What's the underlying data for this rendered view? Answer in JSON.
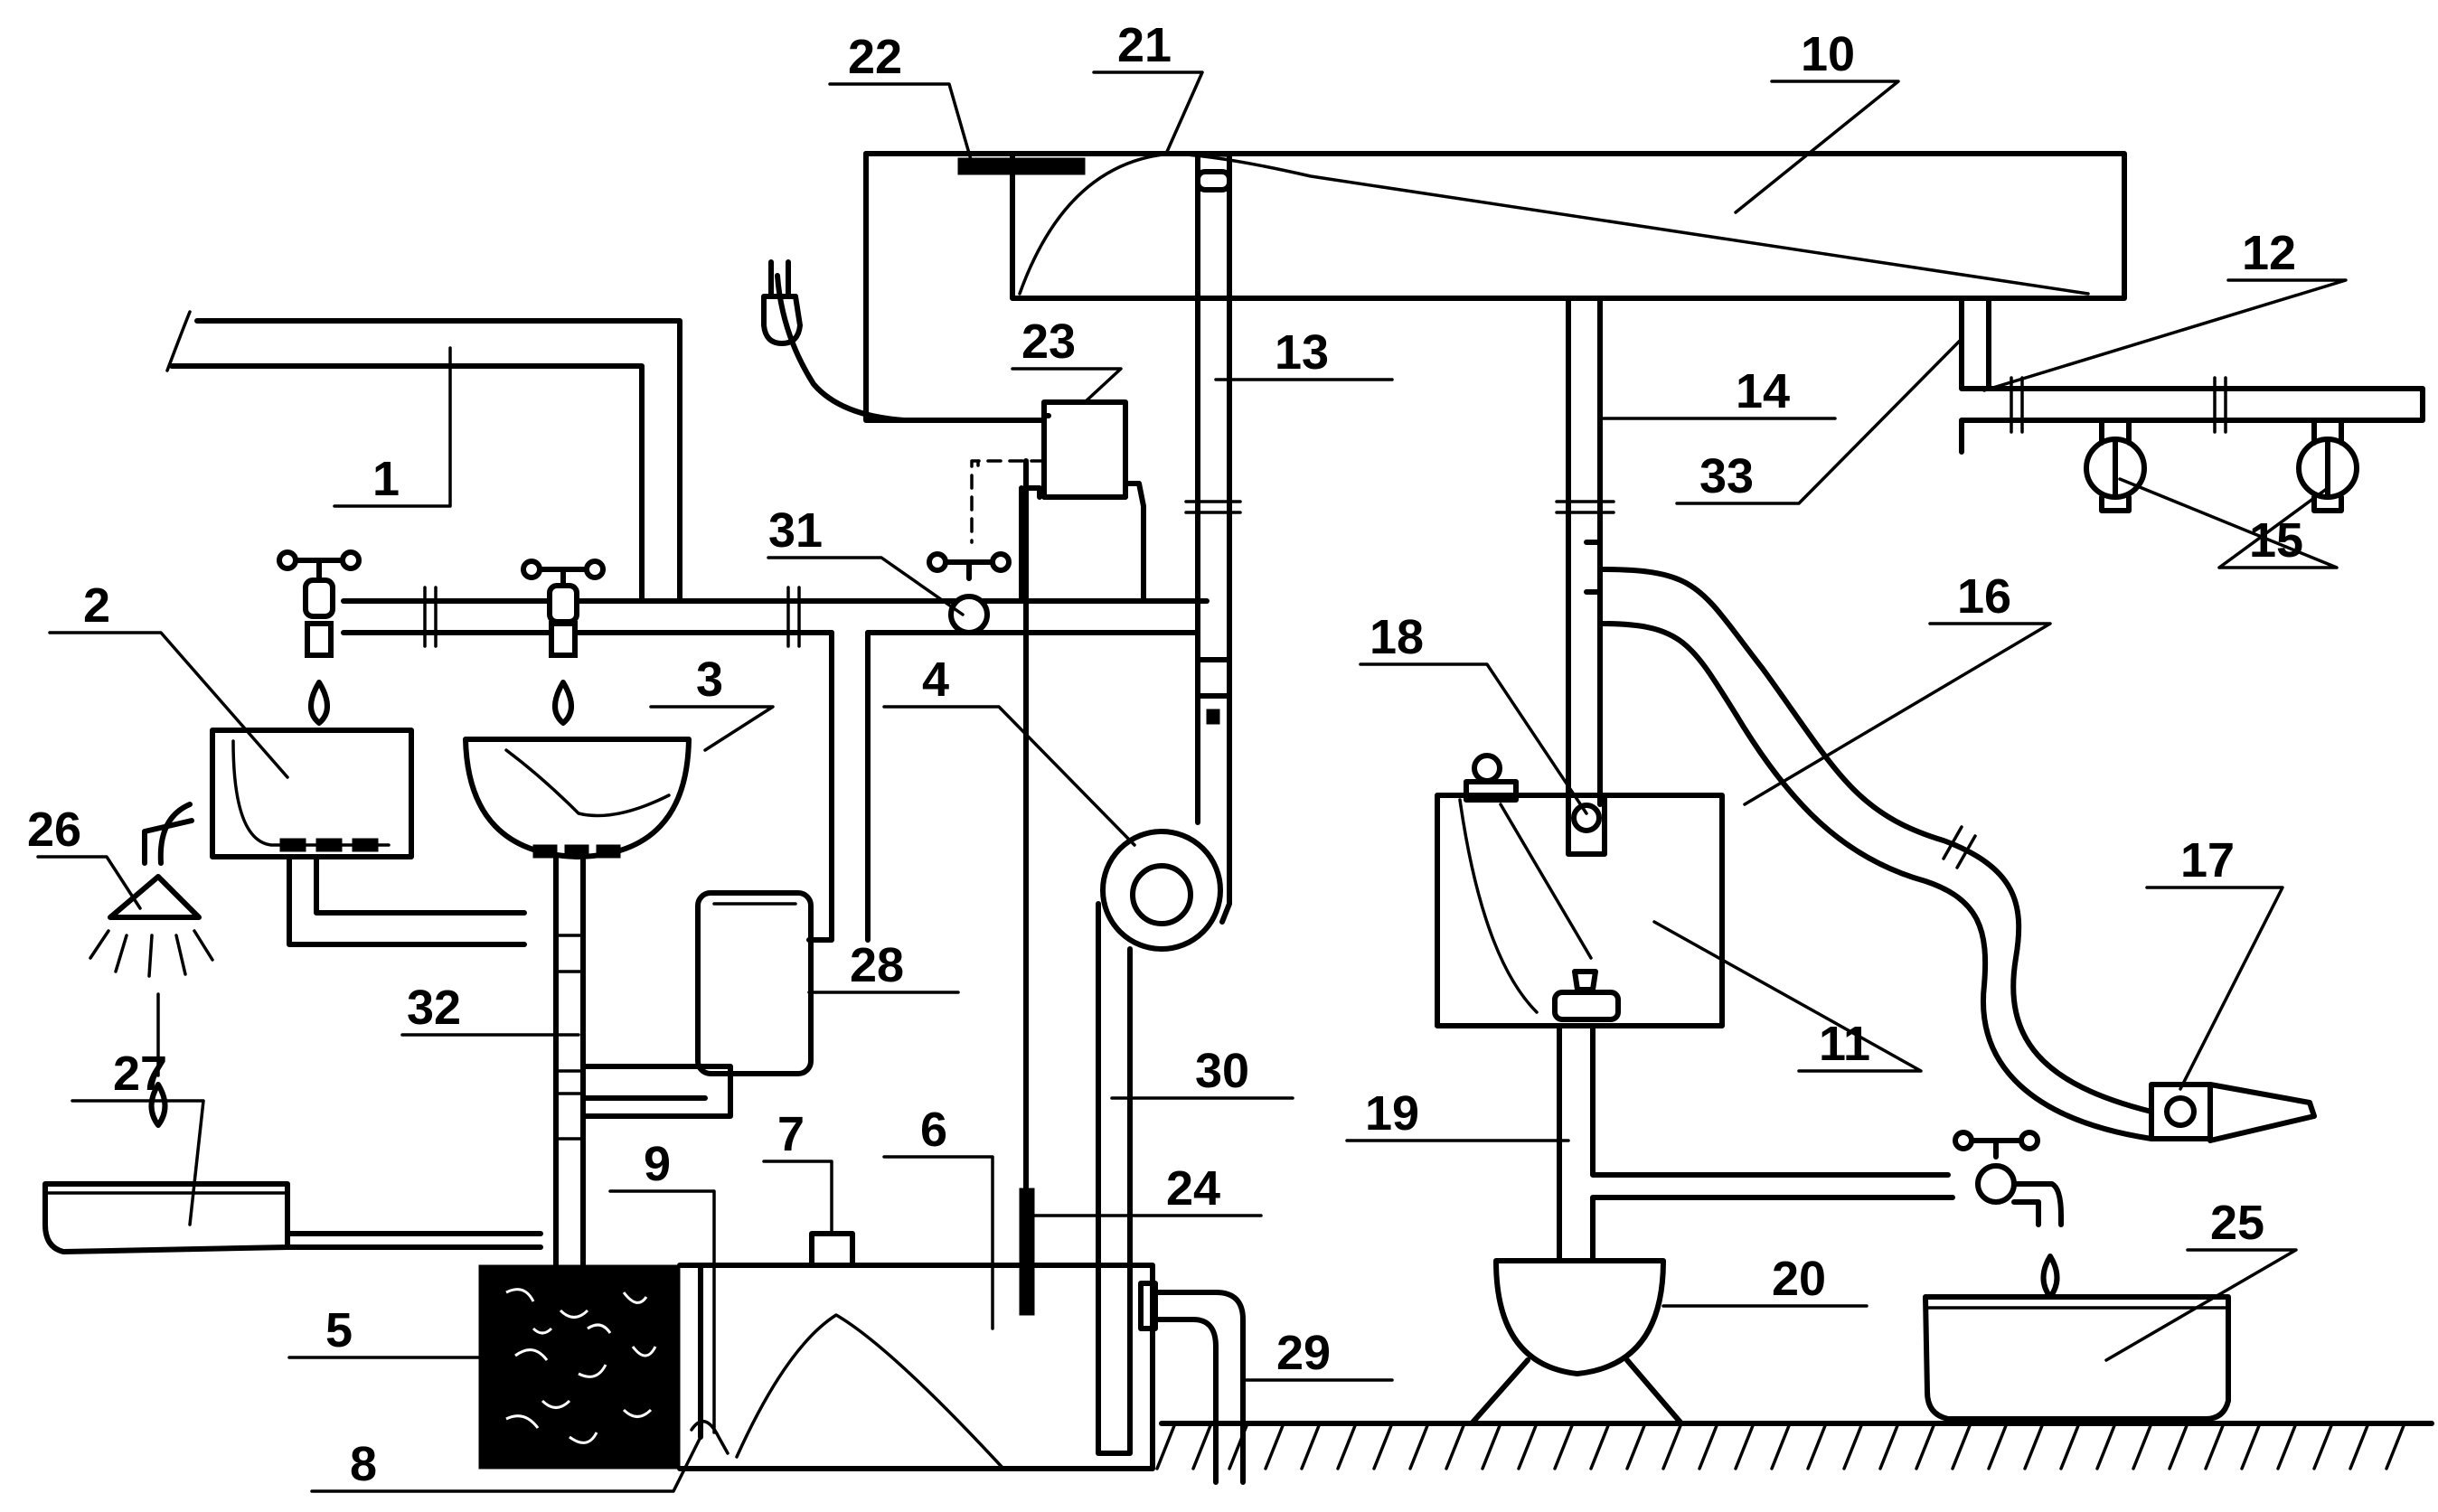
{
  "labels": {
    "l1": "1",
    "l2": "2",
    "l3": "3",
    "l4": "4",
    "l5": "5",
    "l6": "6",
    "l7": "7",
    "l8": "8",
    "l9": "9",
    "l10": "10",
    "l11": "11",
    "l12": "12",
    "l13": "13",
    "l14": "14",
    "l15": "15",
    "l16": "16",
    "l17": "17",
    "l18": "18",
    "l19": "19",
    "l20": "20",
    "l21": "21",
    "l22": "22",
    "l23": "23",
    "l24": "24",
    "l25": "25",
    "l26": "26",
    "l27": "27",
    "l28": "28",
    "l29": "29",
    "l30": "30",
    "l31": "31",
    "l32": "32",
    "l33": "33"
  }
}
